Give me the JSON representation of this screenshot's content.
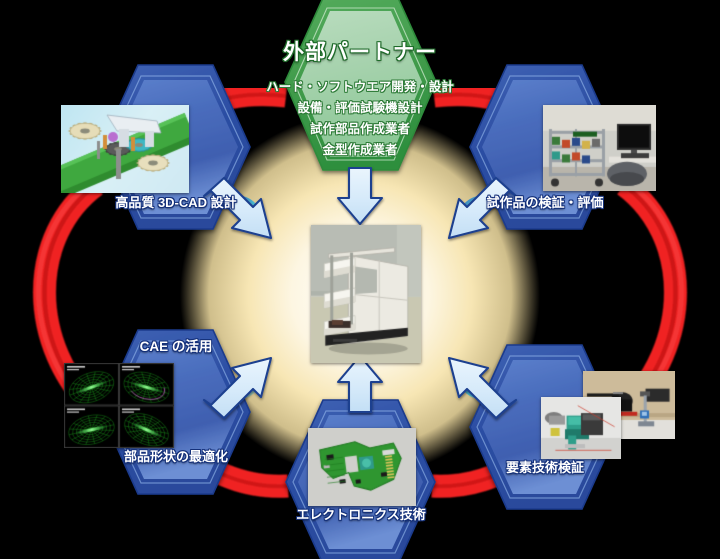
{
  "diagram": {
    "type": "hexagon-cycle",
    "background_color": "#000000",
    "center": {
      "name": "center-product-photo",
      "glow_color": "#f6e3a8",
      "photo_caption": "",
      "photo_description": "white autonomous transport cart robot with three shelf trays"
    },
    "partner_node": {
      "title": "外部パートナー",
      "fill_color": "#8cc896",
      "border_color": "#3f9a4a",
      "title_color": "#ffffff",
      "lines": [
        "ハード・ソフトウエア開発・設計",
        "設備・評価試験機設計",
        "試作部品作成業者",
        "金型作成業者"
      ]
    },
    "accent_colors": {
      "hex_fill": "#4a6fbe",
      "hex_border": "#1d3f91",
      "arc_red": "#ee1d1d",
      "arrow_fill": "#d9ecfa",
      "arrow_border": "#1f3f8f"
    },
    "nodes": [
      {
        "id": "node-3dcad",
        "position": "top-left",
        "label_top": "",
        "label_bottom": "高品質 3D-CAD 設計",
        "photo_description": "3D CAD model of gear train assembly on green board"
      },
      {
        "id": "node-prototype-eval",
        "position": "top-right",
        "label_top": "",
        "label_bottom": "試作品の検証・評価",
        "photo_description": "laboratory test bench with equipment rack, monitor and chair"
      },
      {
        "id": "node-cae",
        "position": "bottom-left",
        "label_top": "CAE の活用",
        "label_bottom": "部品形状の最適化",
        "photo_description": "four green finite-element mesh simulation views on black"
      },
      {
        "id": "node-element-tech",
        "position": "bottom-right",
        "label_top": "",
        "label_bottom": "要素技術検証",
        "photo_description": "mechanism test rig photo with CAD overlay of actuator"
      },
      {
        "id": "node-electronics",
        "position": "bottom",
        "label_top": "",
        "label_bottom": "エレクトロニクス技術",
        "photo_description": "green printed circuit board with switch and components"
      }
    ],
    "arrows": [
      {
        "id": "arrow-from-partner",
        "direction": "down",
        "points_to": "center"
      },
      {
        "id": "arrow-from-3dcad",
        "direction": "down-right",
        "points_to": "center"
      },
      {
        "id": "arrow-from-cae",
        "direction": "up-right",
        "points_to": "center"
      },
      {
        "id": "arrow-from-eval",
        "direction": "down-left",
        "points_to": "center"
      },
      {
        "id": "arrow-from-element",
        "direction": "up-left",
        "points_to": "center"
      },
      {
        "id": "arrow-from-electronics",
        "direction": "up",
        "points_to": "center"
      }
    ],
    "arcs": [
      {
        "id": "arc-3dcad-to-partner",
        "color": "#ee1d1d"
      },
      {
        "id": "arc-partner-to-eval",
        "color": "#ee1d1d"
      },
      {
        "id": "arc-3dcad-to-cae",
        "color": "#ee1d1d"
      },
      {
        "id": "arc-eval-to-element",
        "color": "#ee1d1d"
      },
      {
        "id": "arc-cae-to-electronics",
        "color": "#ee1d1d"
      },
      {
        "id": "arc-electronics-to-element",
        "color": "#ee1d1d"
      }
    ]
  }
}
